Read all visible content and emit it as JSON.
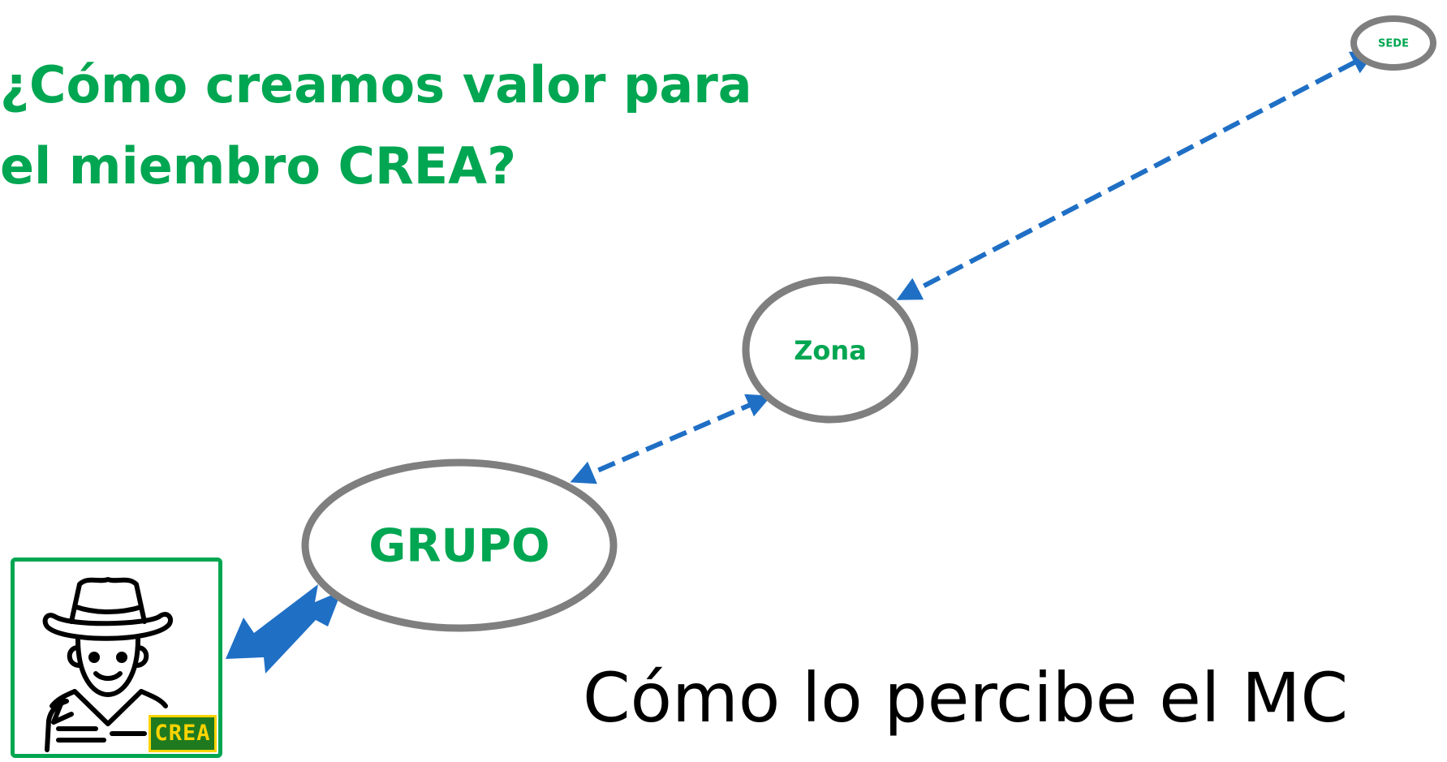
{
  "title": {
    "line1": "¿Cómo creamos valor para",
    "line2": "el miembro CREA?"
  },
  "caption": "Cómo lo percibe el MC",
  "nodes": {
    "grupo": "GRUPO",
    "zona": "Zona",
    "sede": "SEDE"
  },
  "member": {
    "icon": "farmer-cowboy-icon",
    "badge": "CREA"
  },
  "colors": {
    "title_green": "#00a651",
    "node_label_green": "#00a651",
    "node_border_gray": "#7f7f7f",
    "connector_blue": "#1f6fc5",
    "card_border_green": "#00a651",
    "badge_yellow": "#ffd400",
    "badge_background": "#1f7a1f",
    "caption_black": "#000000"
  }
}
